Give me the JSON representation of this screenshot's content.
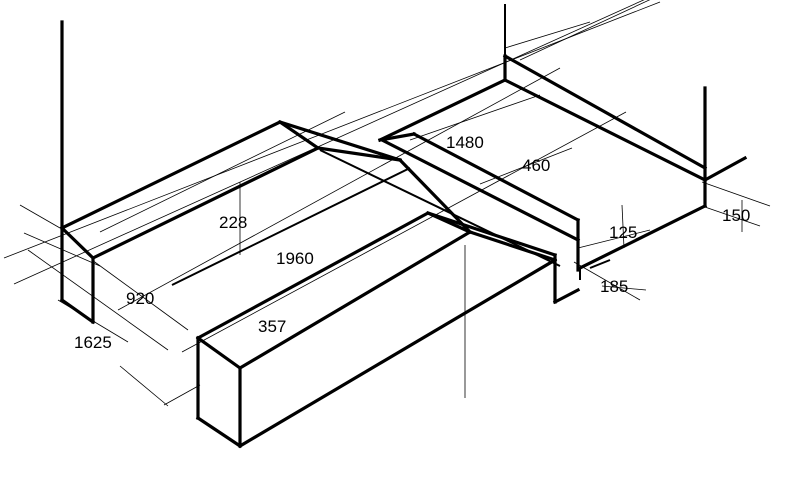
{
  "drawing": {
    "stroke_color": "#000000",
    "background_color": "#ffffff",
    "dimensions": {
      "d228": "228",
      "d1960": "1960",
      "d920": "920",
      "d1625": "1625",
      "d357": "357",
      "d1480": "1480",
      "d460": "460",
      "d125": "125",
      "d185": "185",
      "d150": "150"
    }
  }
}
